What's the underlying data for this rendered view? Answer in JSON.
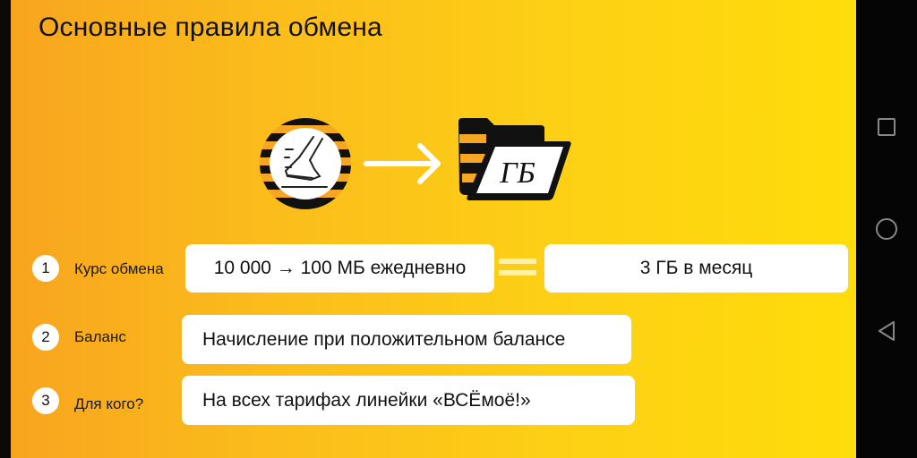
{
  "slide": {
    "title": "Основные правила обмена",
    "icons": {
      "source": "running-shoe-icon",
      "arrow": "arrow-right-icon",
      "target": "folder-gb-icon",
      "target_label": "ГБ"
    },
    "rules": [
      {
        "number": "1",
        "label": "Курс обмена",
        "value": "10 000 → 100 МБ ежедневно",
        "equals": "=",
        "result": "3 ГБ в месяц"
      },
      {
        "number": "2",
        "label": "Баланс",
        "value": "Начисление при положительном балансе"
      },
      {
        "number": "3",
        "label": "Для кого?",
        "value": "На всех тарифах линейки «ВСЁмоё!»"
      }
    ],
    "colors": {
      "gradient_start": "#f8a51e",
      "gradient_end": "#ffdc0a",
      "text": "#111111",
      "box": "#ffffff"
    }
  },
  "navigation_bar": {
    "buttons": [
      {
        "name": "recents",
        "icon": "square-icon"
      },
      {
        "name": "home",
        "icon": "circle-icon"
      },
      {
        "name": "back",
        "icon": "triangle-back-icon"
      }
    ]
  }
}
